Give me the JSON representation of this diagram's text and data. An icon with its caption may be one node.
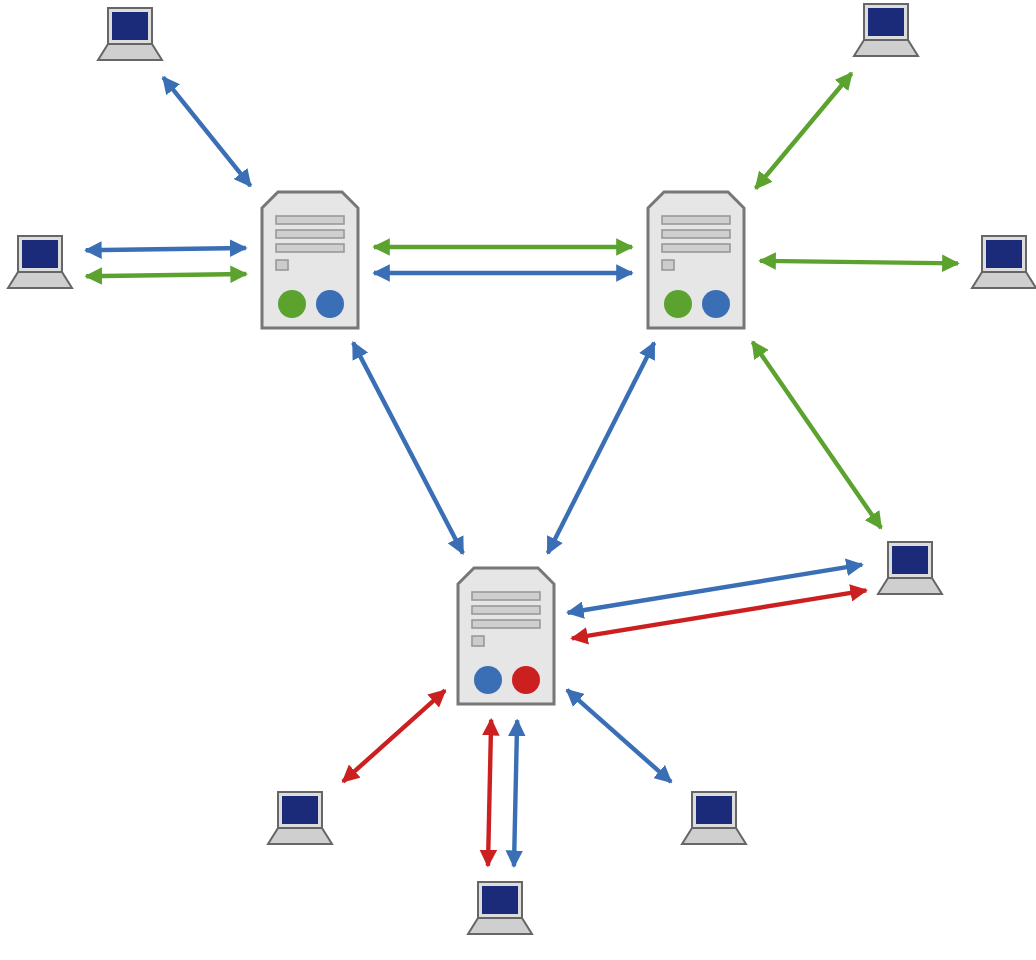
{
  "diagram": {
    "nodes": [
      {
        "text": [],
        "shape": "computer"
      },
      {
        "text": [],
        "shape": "computer"
      },
      {
        "text": [],
        "shape": "computer"
      },
      {
        "text": [],
        "shape": "server"
      },
      {
        "text": [],
        "shape": "server"
      },
      {
        "text": [],
        "shape": "computer"
      },
      {
        "text": [],
        "shape": "computer"
      },
      {
        "text": [],
        "shape": "server"
      },
      {
        "text": [],
        "shape": "computer"
      },
      {
        "text": [],
        "shape": "computer"
      },
      {
        "text": [],
        "shape": "computer"
      }
    ],
    "edges": [
      {
        "from": 0,
        "to": 3,
        "arrow": "both"
      },
      {
        "from": 2,
        "to": 3,
        "arrow": "both"
      },
      {
        "from": 2,
        "to": 3,
        "arrow": "both",
        "color": "#5ba22e"
      },
      {
        "from": 1,
        "to": 4,
        "arrow": "both",
        "color": "#5ba22e"
      },
      {
        "from": 3,
        "to": 4,
        "arrow": "both",
        "color": "#5ba22e"
      },
      {
        "from": 3,
        "to": 4,
        "arrow": "both"
      },
      {
        "from": 4,
        "to": 5,
        "arrow": "both",
        "color": "#5ba22e"
      },
      {
        "from": 3,
        "to": 7,
        "arrow": "both"
      },
      {
        "from": 4,
        "to": 7,
        "arrow": "both"
      },
      {
        "from": 4,
        "to": 6,
        "arrow": "both",
        "color": "#5ba22e"
      },
      {
        "from": 7,
        "to": 6,
        "arrow": "both",
        "color": "#cc2020"
      },
      {
        "from": 7,
        "to": 6,
        "arrow": "both"
      },
      {
        "from": 7,
        "to": 8,
        "arrow": "both",
        "color": "#cc2020"
      },
      {
        "from": 7,
        "to": 9,
        "arrow": "both"
      },
      {
        "from": 7,
        "to": 10,
        "arrow": "both"
      },
      {
        "from": 7,
        "to": 10,
        "arrow": "both",
        "color": "#cc2020"
      }
    ]
  }
}
